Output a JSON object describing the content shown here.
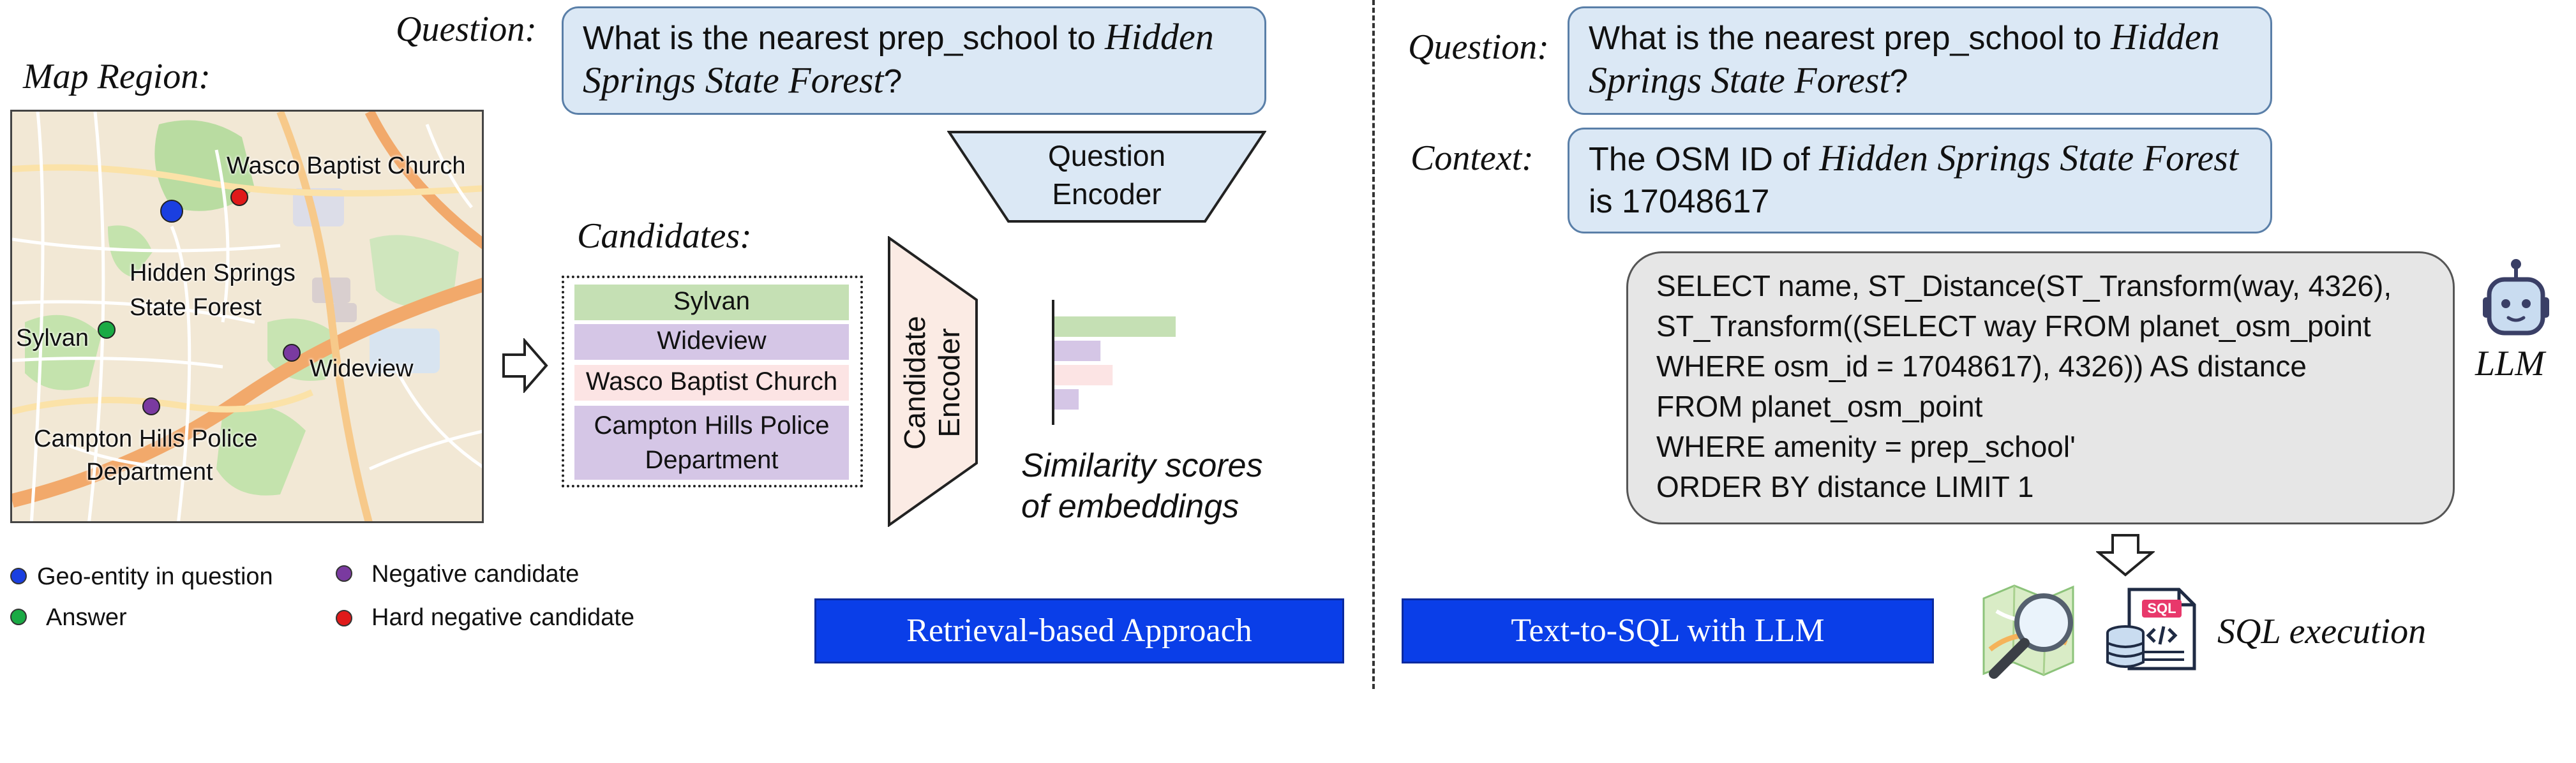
{
  "left": {
    "question_label": "Question:",
    "question_text_prefix": "What is the nearest prep_school to ",
    "question_text_entity": "Hidden Springs State Forest",
    "question_text_suffix": "?",
    "map_region_label": "Map Region:",
    "map_labels": {
      "church": "Wasco Baptist Church",
      "forest_line1": "Hidden Springs",
      "forest_line2": "State Forest",
      "sylvan": "Sylvan",
      "wideview": "Wideview",
      "police_line1": "Campton Hills Police",
      "police_line2": "Department"
    },
    "question_encoder_line1": "Question",
    "question_encoder_line2": "Encoder",
    "candidates_label": "Candidates:",
    "candidates": [
      {
        "label": "Sylvan",
        "color": "#c5e0b4"
      },
      {
        "label": "Wideview",
        "color": "#d5c6e6"
      },
      {
        "label": "Wasco Baptist Church",
        "color": "#fce4e4"
      },
      {
        "label_line1": "Campton Hills Police",
        "label_line2": "Department",
        "color": "#d5c6e6"
      }
    ],
    "candidate_encoder_line1": "Candidate",
    "candidate_encoder_line2": "Encoder",
    "similarity_line1": "Similarity scores",
    "similarity_line2": "of embeddings",
    "similarity_values": [
      1.0,
      0.38,
      0.48,
      0.2
    ],
    "legend": [
      {
        "label": "Geo-entity in question",
        "color": "#1a3fe0"
      },
      {
        "label": "Answer",
        "color": "#1aaa44"
      },
      {
        "label": "Negative candidate",
        "color": "#7a3aa0"
      },
      {
        "label": "Hard negative candidate",
        "color": "#e01a1a"
      }
    ],
    "banner": "Retrieval-based Approach"
  },
  "right": {
    "question_label": "Question:",
    "question_text_prefix": "What is the nearest prep_school to ",
    "question_text_entity": "Hidden Springs State Forest",
    "question_text_suffix": "?",
    "context_label": "Context:",
    "context_prefix": "The OSM ID of ",
    "context_entity": "Hidden Springs State Forest",
    "context_suffix": "is 17048617",
    "sql_lines": [
      "SELECT name, ST_Distance(ST_Transform(way, 4326),",
      "ST_Transform((SELECT way FROM planet_osm_point",
      "WHERE osm_id = 17048617), 4326)) AS distance",
      "FROM planet_osm_point",
      "WHERE amenity = prep_school'",
      "ORDER BY distance LIMIT 1"
    ],
    "llm_label": "LLM",
    "banner": "Text-to-SQL with LLM",
    "sql_badge": "SQL",
    "sql_execution_label": "SQL execution"
  }
}
